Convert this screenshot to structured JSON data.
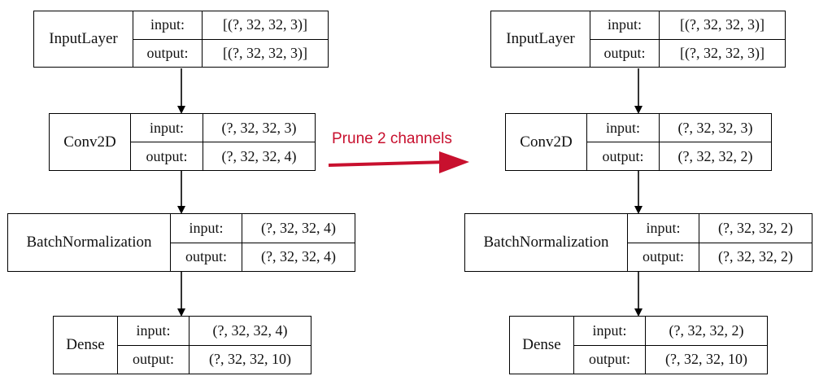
{
  "transform": {
    "label": "Prune 2 channels",
    "color": "#c8102e"
  },
  "models": [
    {
      "side": "original",
      "layers": [
        {
          "name": "InputLayer",
          "input": "[(?, 32, 32, 3)]",
          "output": "[(?, 32, 32, 3)]"
        },
        {
          "name": "Conv2D",
          "input": "(?, 32, 32, 3)",
          "output": "(?, 32, 32, 4)"
        },
        {
          "name": "BatchNormalization",
          "input": "(?, 32, 32, 4)",
          "output": "(?, 32, 32, 4)"
        },
        {
          "name": "Dense",
          "input": "(?, 32, 32, 4)",
          "output": "(?, 32, 32, 10)"
        }
      ]
    },
    {
      "side": "pruned",
      "layers": [
        {
          "name": "InputLayer",
          "input": "[(?, 32, 32, 3)]",
          "output": "[(?, 32, 32, 3)]"
        },
        {
          "name": "Conv2D",
          "input": "(?, 32, 32, 3)",
          "output": "(?, 32, 32, 2)"
        },
        {
          "name": "BatchNormalization",
          "input": "(?, 32, 32, 2)",
          "output": "(?, 32, 32, 2)"
        },
        {
          "name": "Dense",
          "input": "(?, 32, 32, 2)",
          "output": "(?, 32, 32, 10)"
        }
      ]
    }
  ],
  "io_labels": {
    "input": "input:",
    "output": "output:"
  }
}
